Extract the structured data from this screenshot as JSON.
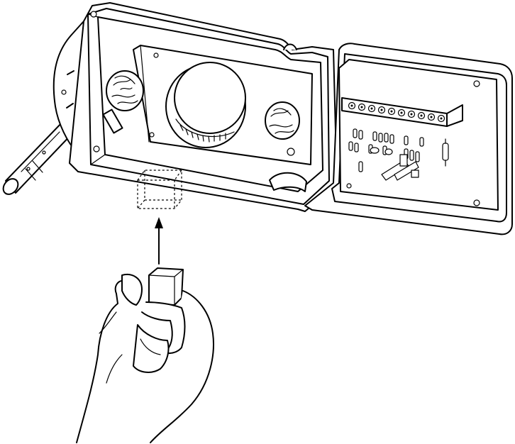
{
  "figure": {
    "components": [
      "detector-housing",
      "hinged-cover",
      "sensor-chamber",
      "terminal-block",
      "circuit-board",
      "duct-sampling-tube",
      "test-module",
      "installation-arrow",
      "hand"
    ],
    "arrow_direction": "up",
    "line_color": "#000000",
    "background_color": "#ffffff"
  }
}
